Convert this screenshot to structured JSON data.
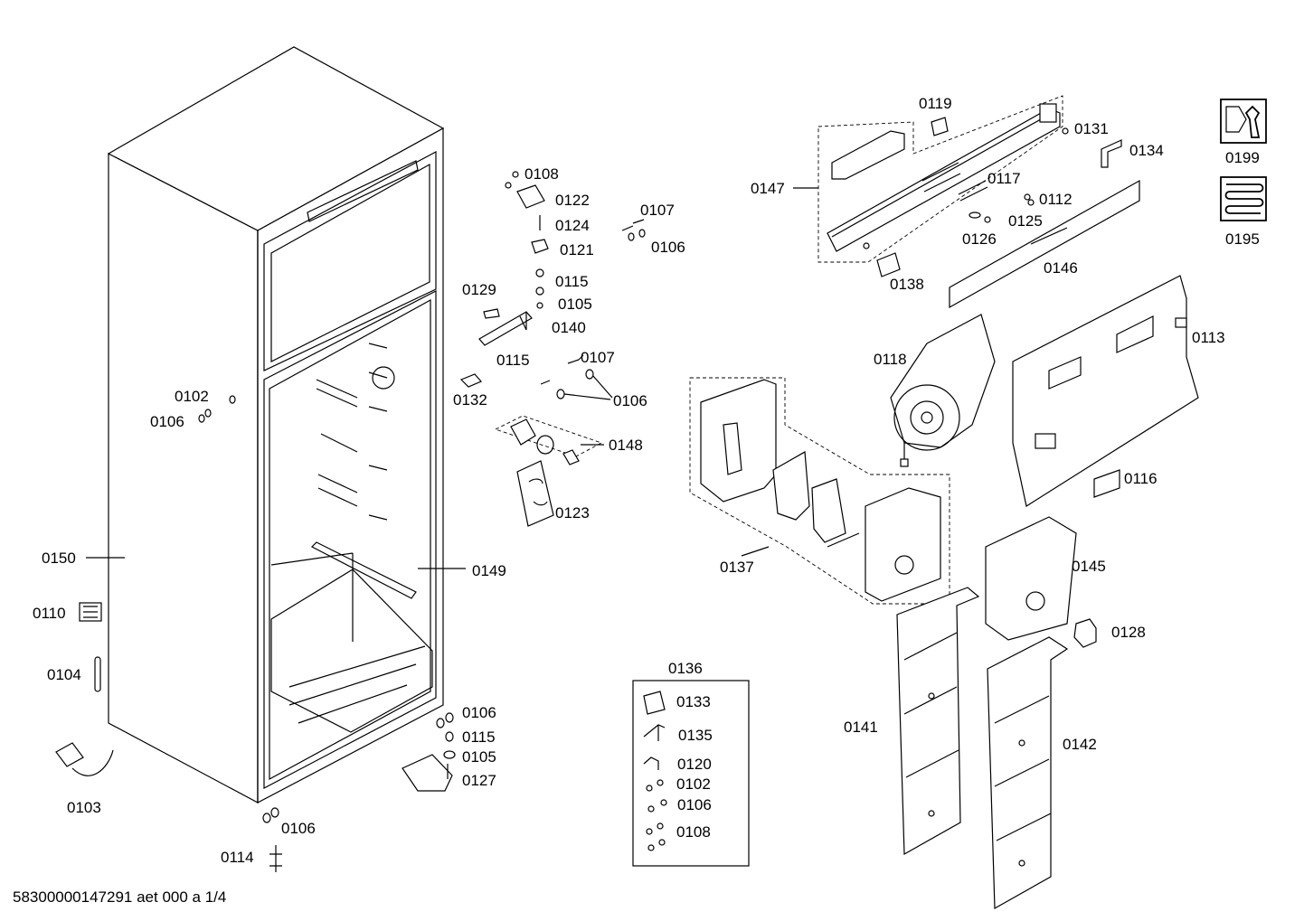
{
  "labels": {
    "l0102": "0102",
    "l0106a": "0106",
    "l0150": "0150",
    "l0110": "0110",
    "l0104": "0104",
    "l0103": "0103",
    "l0106b": "0106",
    "l0114": "0114",
    "l0106c": "0106",
    "l0115a": "0115",
    "l0105a": "0105",
    "l0127": "0127",
    "l0149": "0149",
    "l0108a": "0108",
    "l0122": "0122",
    "l0124": "0124",
    "l0121": "0121",
    "l0115b": "0115",
    "l0105b": "0105",
    "l0140": "0140",
    "l0129": "0129",
    "l0107a": "0107",
    "l0106d": "0106",
    "l0115c": "0115",
    "l0107b": "0107",
    "l0106e": "0106",
    "l0132": "0132",
    "l0148": "0148",
    "l0123": "0123",
    "l0119": "0119",
    "l0131": "0131",
    "l0134": "0134",
    "l0147": "0147",
    "l0117": "0117",
    "l0112": "0112",
    "l0125": "0125",
    "l0126": "0126",
    "l0146": "0146",
    "l0138": "0138",
    "l0199": "0199",
    "l0195": "0195",
    "l0113": "0113",
    "l0118": "0118",
    "l0116": "0116",
    "l0137": "0137",
    "l0145": "0145",
    "l0128": "0128",
    "l0141": "0141",
    "l0142": "0142",
    "l0136": "0136",
    "l0133": "0133",
    "l0135": "0135",
    "l0120": "0120",
    "l0102b": "0102",
    "l0106f": "0106",
    "l0108b": "0108"
  },
  "footer": "58300000147291 aet 000 a 1/4",
  "icons": {
    "service": "wrench-nut-icon",
    "coil": "coil-icon"
  }
}
